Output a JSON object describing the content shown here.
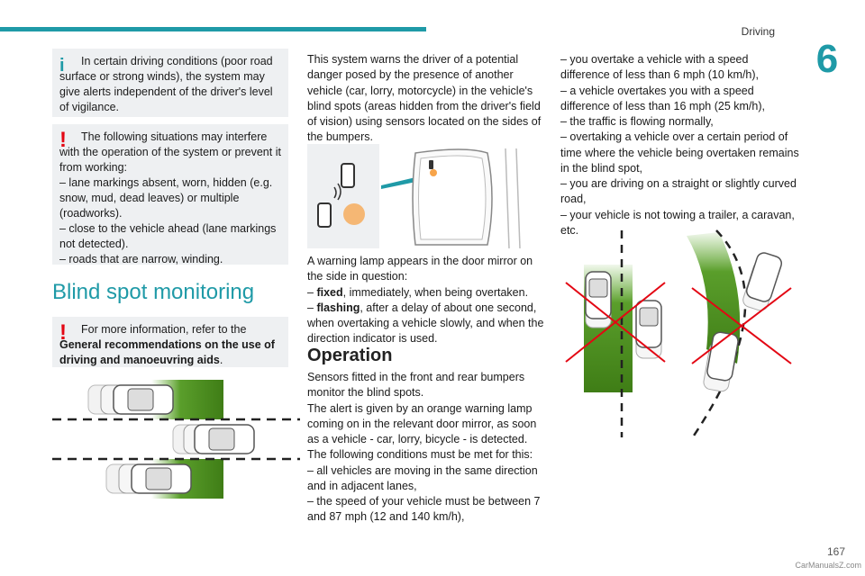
{
  "header": {
    "section": "Driving",
    "chapter_number": "6"
  },
  "info_box": {
    "icon": "info-icon",
    "text": "In certain driving conditions (poor road surface or strong winds), the system may give alerts independent of the driver's level of vigilance."
  },
  "warning_box_1": {
    "icon": "warning-icon",
    "intro": "The following situations may interfere with the operation of the system or prevent it from working:",
    "items": [
      "– lane markings absent, worn, hidden (e.g. snow, mud, dead leaves) or multiple (roadworks).",
      "– close to the vehicle ahead (lane markings not detected).",
      "– roads that are narrow, winding."
    ]
  },
  "heading": "Blind spot monitoring",
  "warning_box_2": {
    "icon": "warning-icon",
    "text_plain": "For more information, refer to the",
    "text_bold": "General recommendations on the use of driving and manoeuvring aids",
    "text_end": "."
  },
  "middle_column": {
    "intro": "This system warns the driver of a potential danger posed by the presence of another vehicle (car, lorry, motorcycle) in the vehicle's blind spots (areas hidden from the driver's field of vision) using sensors located on the sides of the bumpers.",
    "lamp_text": "A warning lamp appears in the door mirror on the side in question:",
    "lamp_items": [
      {
        "prefix": "– ",
        "bold": "fixed",
        "rest": ", immediately, when being overtaken."
      },
      {
        "prefix": "– ",
        "bold": "flashing",
        "rest": ", after a delay of about one second, when overtaking a vehicle slowly, and when the direction indicator is used."
      }
    ],
    "operation_heading": "Operation",
    "operation_lines": [
      "Sensors fitted in the front and rear bumpers monitor the blind spots.",
      "The alert is given by an orange warning lamp coming on in the relevant door mirror, as soon as a vehicle - car, lorry, bicycle - is detected.",
      "The following conditions must be met for this:",
      "– all vehicles are moving in the same direction and in adjacent lanes,",
      "– the speed of your vehicle must be between 7 and 87 mph (12 and 140 km/h),"
    ]
  },
  "right_column": {
    "lines": [
      "– you overtake a vehicle with a speed difference of less than 6 mph (10 km/h),",
      "– a vehicle overtakes you with a speed difference of less than 16 mph (25 km/h),",
      "– the traffic is flowing normally,",
      "– overtaking a vehicle over a certain period of time where the vehicle being overtaken remains in the blind spot,",
      "– you are driving on a straight or slightly curved road,",
      "– your vehicle is not towing a trailer, a caravan, etc."
    ]
  },
  "footer": {
    "page_number": "167",
    "watermark": "CarManualsZ.com"
  },
  "colors": {
    "accent": "#1f9aa7",
    "warning": "#e30613",
    "box_bg": "#eef0f2",
    "green": "#4c8f1e",
    "orange": "#f7a44a"
  }
}
